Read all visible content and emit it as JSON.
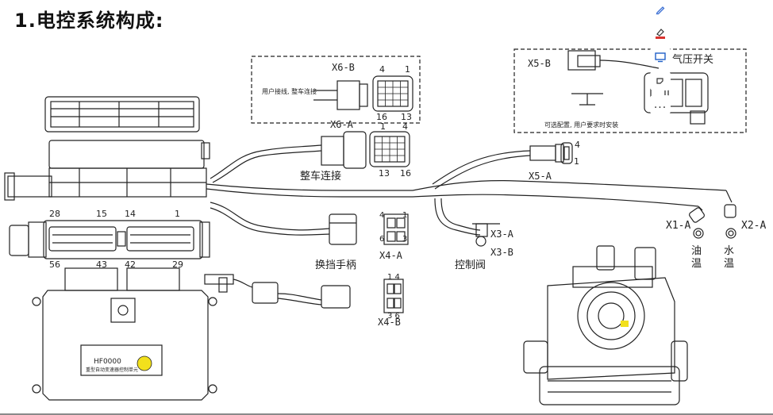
{
  "title": "1.电控系统构成:",
  "labels": {
    "x6b": "X6-B",
    "x6a": "X6-A",
    "x6b_pin_tl": "4",
    "x6b_pin_tr": "1",
    "x6b_pin_bl": "16",
    "x6b_pin_br": "13",
    "x6a_pin_tl": "1",
    "x6a_pin_tr": "4",
    "x6a_pin_bl": "13",
    "x6a_pin_br": "16",
    "user_note": "用户接线, 整车连接",
    "vehicle_connection": "整车连接",
    "x5b": "X5-B",
    "x5a": "X5-A",
    "x5a_pin_top": "4",
    "x5a_pin_bottom": "1",
    "air_pressure_switch": "气压开关",
    "optional_note": "可选配置, 用户要求时安装",
    "ecu_pin_28": "28",
    "ecu_pin_15": "15",
    "ecu_pin_14": "14",
    "ecu_pin_1": "1",
    "ecu_pin_56": "56",
    "ecu_pin_43": "43",
    "ecu_pin_42": "42",
    "ecu_pin_29": "29",
    "shift_handle": "换挡手柄",
    "x4a": "X4-A",
    "x4a_pin_4": "4",
    "x4a_pin_1": "1",
    "x4a_pin_6": "6",
    "x4a_pin_3": "3",
    "x4b": "X4-B",
    "x4b_pin_top": "1 4",
    "x4b_pin_bottom": "3 6",
    "x3a": "X3-A",
    "x3b": "X3-B",
    "control_valve": "控制阀",
    "x1a": "X1-A",
    "x2a": "X2-A",
    "oil_temp_1": "油",
    "oil_temp_2": "温",
    "water_temp_1": "水",
    "water_temp_2": "温",
    "ecu_sticker_line1": "HF0000",
    "ecu_sticker_line2": "重型自动变速器控制单元"
  },
  "toolbar": {
    "more_label": "..."
  },
  "colors": {
    "line": "#222222",
    "sticker_yellow": "#f2e01c"
  }
}
